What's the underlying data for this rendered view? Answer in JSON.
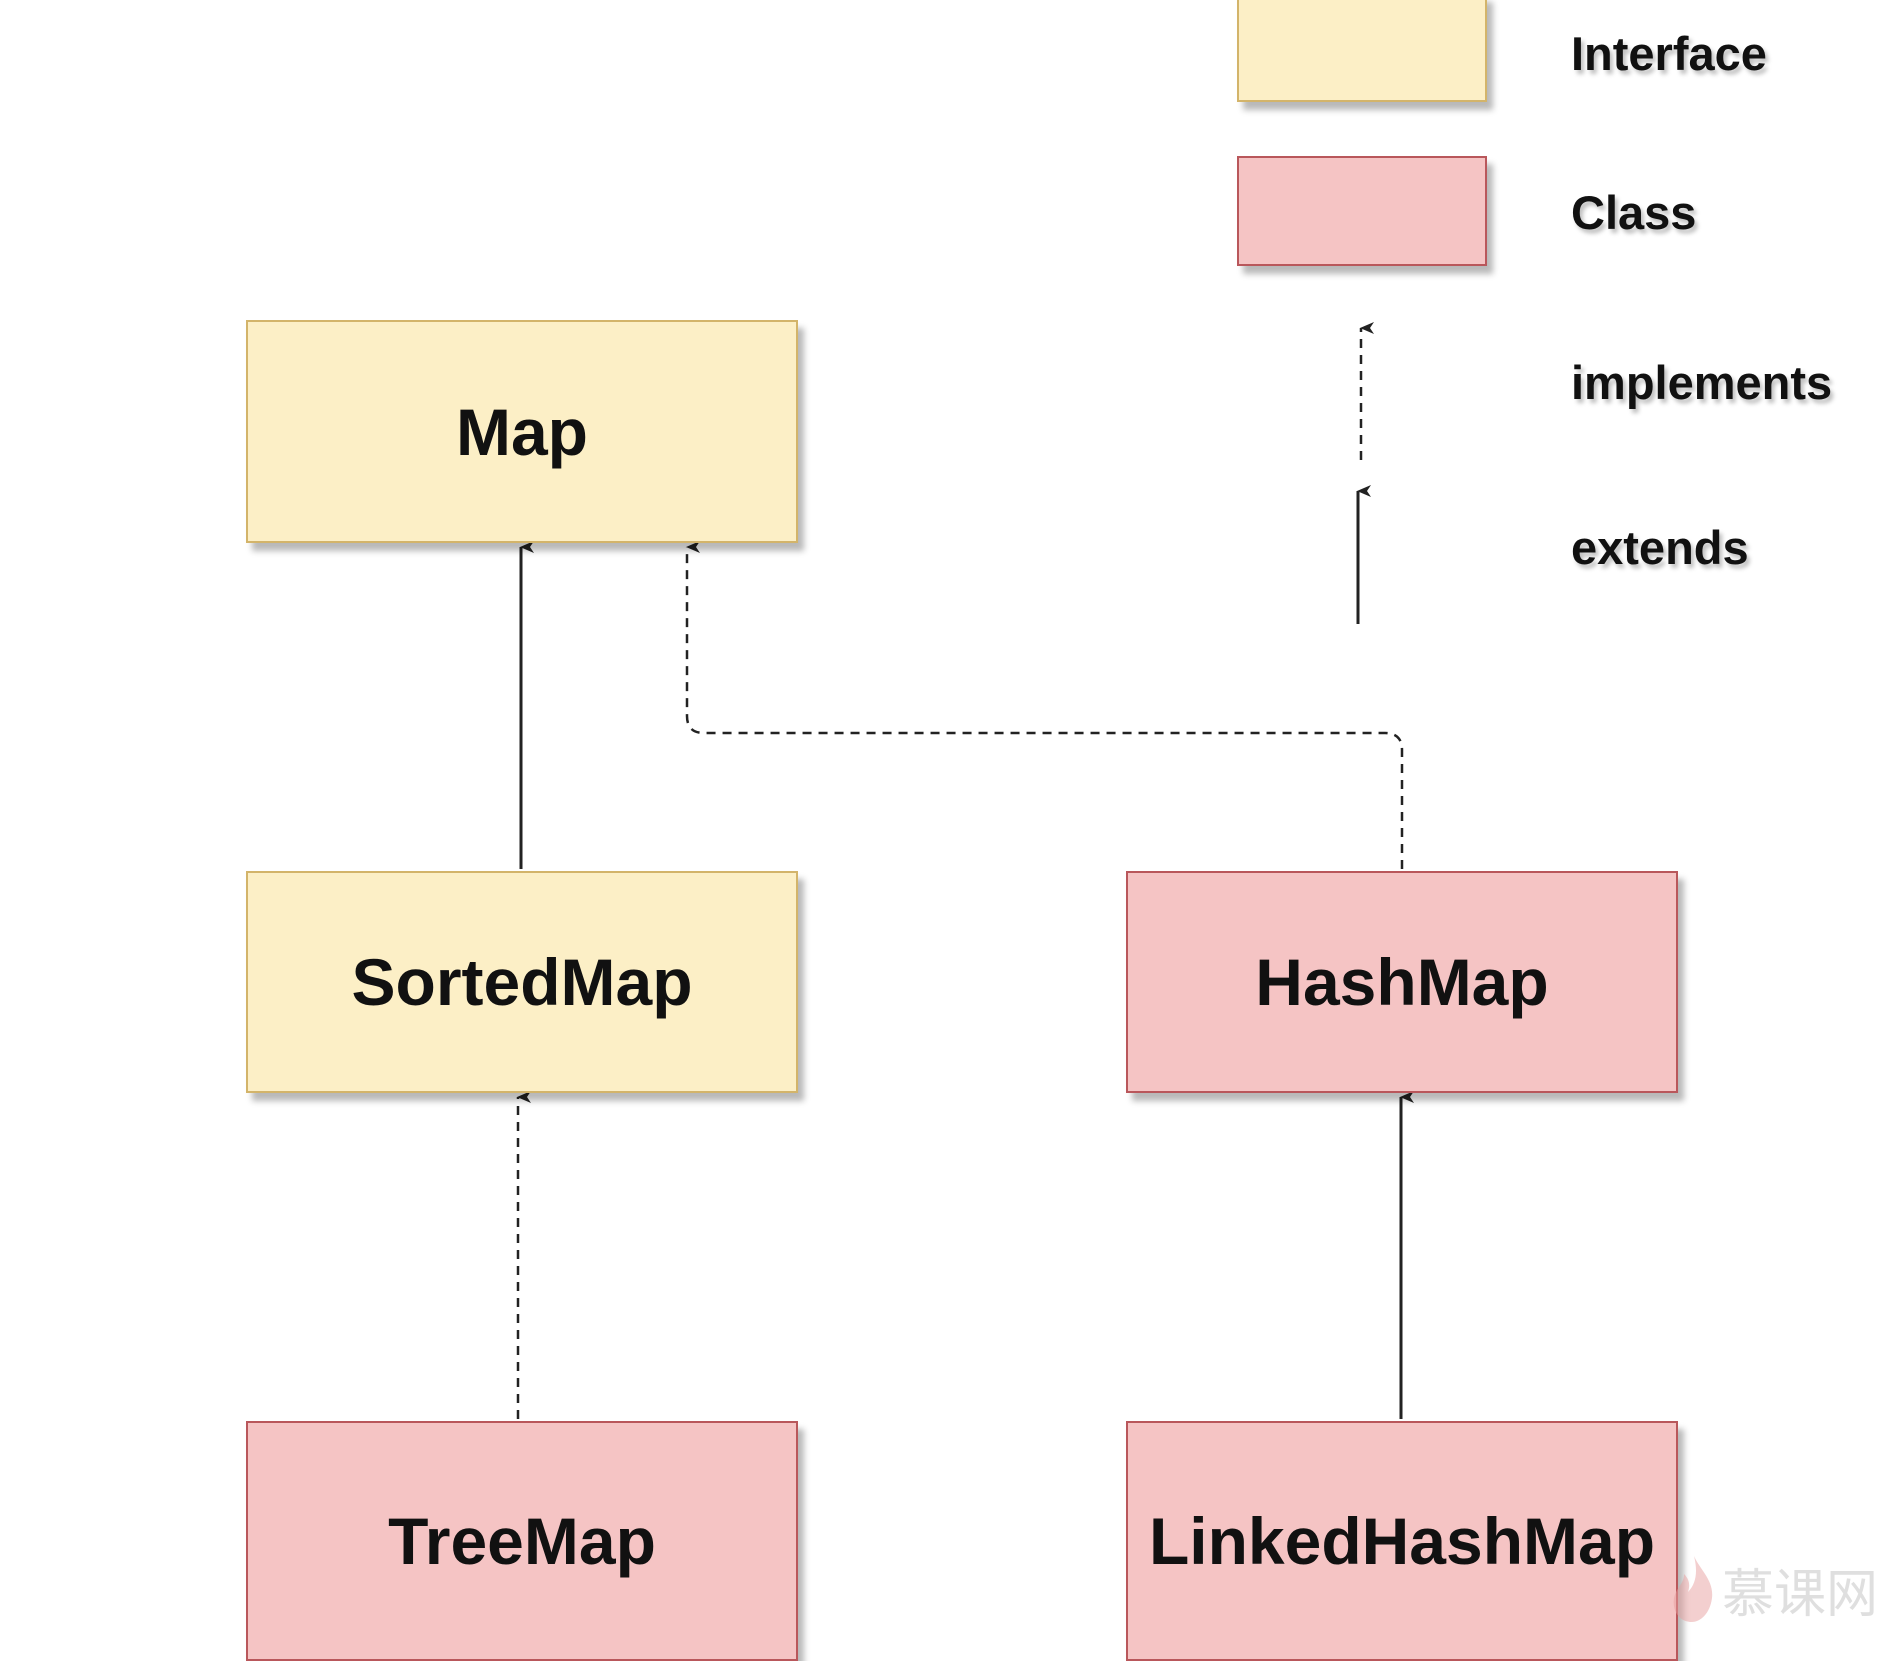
{
  "nodes": {
    "map": {
      "label": "Map",
      "kind": "interface"
    },
    "sorted_map": {
      "label": "SortedMap",
      "kind": "interface"
    },
    "hash_map": {
      "label": "HashMap",
      "kind": "class"
    },
    "tree_map": {
      "label": "TreeMap",
      "kind": "class"
    },
    "linked_hash_map": {
      "label": "LinkedHashMap",
      "kind": "class"
    }
  },
  "edges": [
    {
      "from": "SortedMap",
      "to": "Map",
      "relation": "extends"
    },
    {
      "from": "HashMap",
      "to": "Map",
      "relation": "implements"
    },
    {
      "from": "TreeMap",
      "to": "SortedMap",
      "relation": "implements"
    },
    {
      "from": "LinkedHashMap",
      "to": "HashMap",
      "relation": "extends"
    }
  ],
  "legend": {
    "interface_label": "Interface",
    "class_label": "Class",
    "implements_label": "implements",
    "extends_label": "extends"
  },
  "colors": {
    "interface_fill": "#fcefc6",
    "interface_border": "#d3b46a",
    "class_fill": "#f5c4c4",
    "class_border": "#b9575b",
    "line": "#222222"
  },
  "watermark": {
    "text": "慕课网",
    "icon": "flame-icon"
  }
}
